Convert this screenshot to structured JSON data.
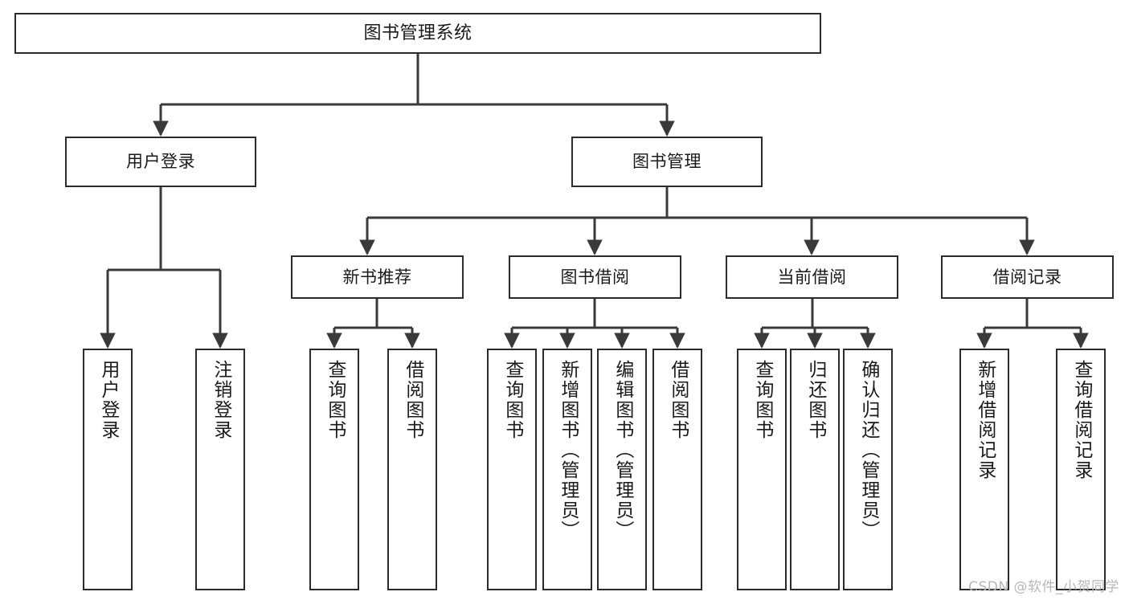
{
  "diagram": {
    "type": "tree",
    "title": "图书管理系统",
    "watermark": "CSDN @软件_小贺同学",
    "colors": {
      "box_border": "#2b2b2b",
      "box_fill": "#ffffff",
      "edge": "#3a3a3a",
      "text": "#1a1a1a",
      "watermark": "#b8b8b8",
      "background": "#ffffff"
    },
    "nodes": {
      "root": {
        "label": "图书管理系统"
      },
      "level1": [
        {
          "label": "用户登录"
        },
        {
          "label": "图书管理"
        }
      ],
      "level2": [
        {
          "label": "新书推荐"
        },
        {
          "label": "图书借阅"
        },
        {
          "label": "当前借阅"
        },
        {
          "label": "借阅记录"
        }
      ],
      "leaves": {
        "user_login": [
          {
            "label": "用户登录"
          },
          {
            "label": "注销登录"
          }
        ],
        "new_book": [
          {
            "label": "查询图书"
          },
          {
            "label": "借阅图书"
          }
        ],
        "book_borrow": [
          {
            "label": "查询图书"
          },
          {
            "label": "新增图书（管理员）"
          },
          {
            "label": "编辑图书（管理员）"
          },
          {
            "label": "借阅图书"
          }
        ],
        "current_borrow": [
          {
            "label": "查询图书"
          },
          {
            "label": "归还图书"
          },
          {
            "label": "确认归还（管理员）"
          }
        ],
        "borrow_record": [
          {
            "label": "新增借阅记录"
          },
          {
            "label": "查询借阅记录"
          }
        ]
      }
    }
  }
}
